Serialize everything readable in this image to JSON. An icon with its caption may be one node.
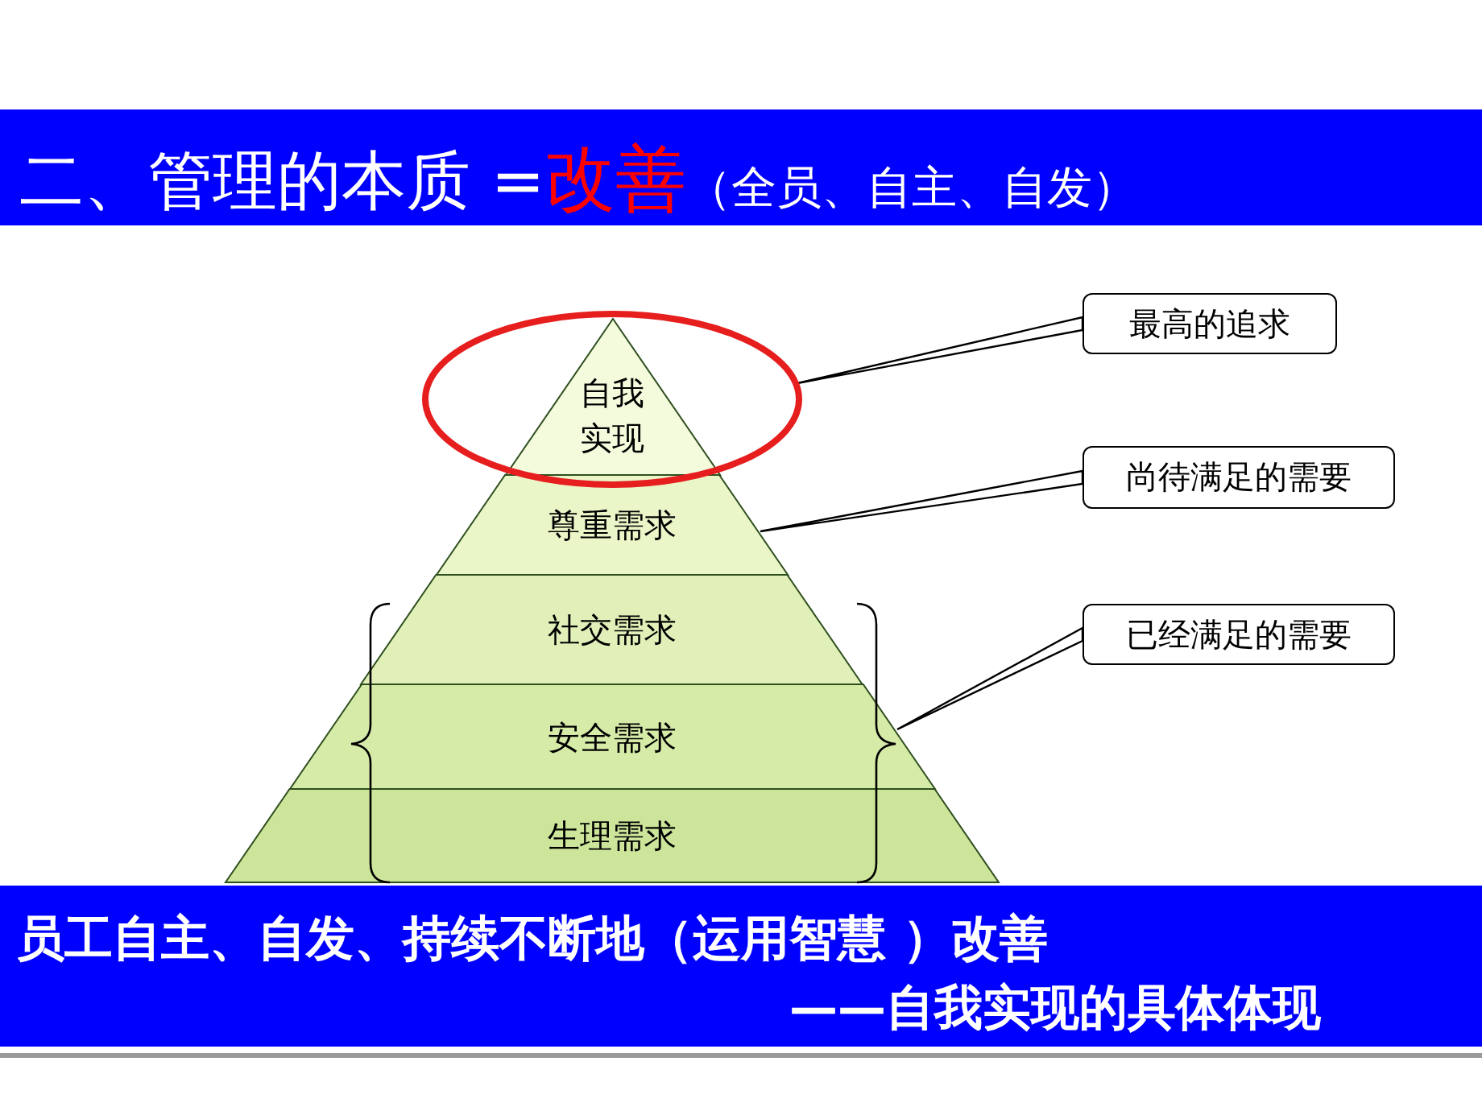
{
  "diagram": {
    "title": "二、管理的本质 =",
    "nodes": [
      {
        "text": [
          "自我实现"
        ],
        "in": 5
      },
      {
        "text": [
          "尊重需求"
        ]
      },
      {
        "text": [
          "社交需求"
        ]
      },
      {
        "text": [
          "安全需求"
        ]
      },
      {
        "text": [
          "生理需求"
        ]
      },
      {
        "text": [],
        "shape": "circle"
      },
      {
        "text": [
          "最高的追求"
        ]
      },
      {
        "text": [
          "尚待满足的需要"
        ]
      },
      {
        "text": [
          "已经满足的需要"
        ]
      },
      {
        "text": [],
        "shape": "bracket"
      }
    ],
    "edges": [
      {
        "from": 6,
        "to": 5,
        "arrow": "none"
      },
      {
        "from": 7,
        "to": 1,
        "arrow": "none"
      },
      {
        "from": 8,
        "to": 9,
        "arrow": "none"
      }
    ],
    "labels": [
      "改善",
      "（全员、自主、自发）",
      "员工自主、自发、持续不断地（运用智慧 ）改善",
      "——自我实现的具体体现"
    ]
  }
}
